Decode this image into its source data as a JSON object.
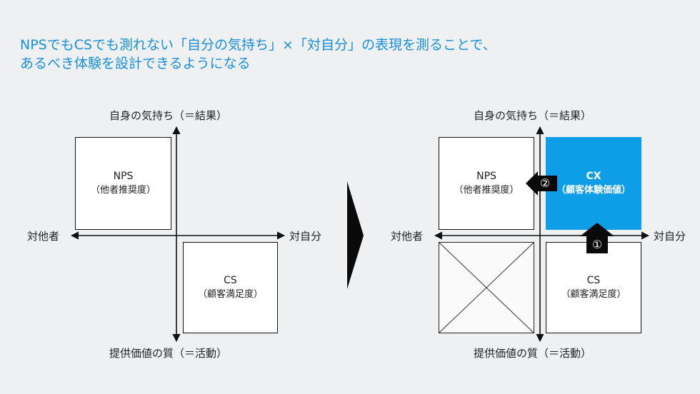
{
  "headline": {
    "line1": "NPSでもCSでも測れない「自分の気持ち」×「対自分」の表現を測ることで、",
    "line2": "あるべき体験を設計できるようになる"
  },
  "left": {
    "axis_top": "自身の気持ち（＝結果）",
    "axis_bottom": "提供価値の質（＝活動）",
    "axis_left": "対他者",
    "axis_right": "対自分",
    "nps_title": "NPS",
    "nps_sub": "（他者推奨度）",
    "cs_title": "CS",
    "cs_sub": "（顧客満足度）"
  },
  "right": {
    "axis_top": "自身の気持ち（＝結果）",
    "axis_bottom": "提供価値の質（＝活動）",
    "axis_left": "対他者",
    "axis_right": "対自分",
    "nps_title": "NPS",
    "nps_sub": "（他者推奨度）",
    "cs_title": "CS",
    "cs_sub": "（顧客満足度）",
    "cx_title": "CX",
    "cx_sub": "（顧客体験価値）",
    "step1": "①",
    "step2": "②"
  },
  "colors": {
    "accent": "#1a8fd8",
    "cx_fill": "#0e9ee8",
    "background": "#eff0f2"
  }
}
